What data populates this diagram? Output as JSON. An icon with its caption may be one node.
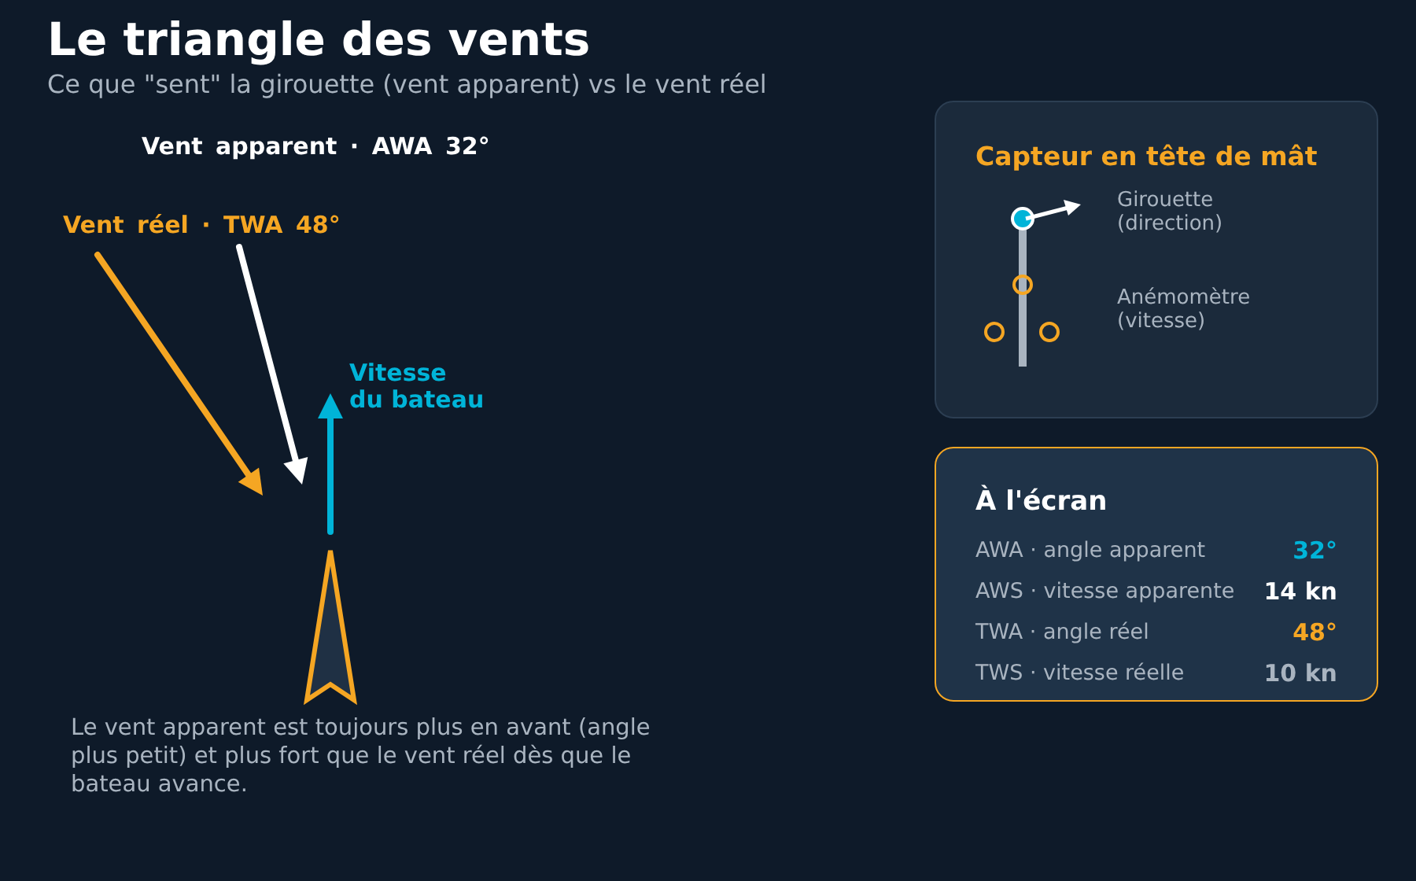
{
  "diagram": {
    "title": "Le triangle des vents",
    "nodes": [
      {
        "text": [
          "Capteur en tête de mât",
          "Girouette (direction)",
          "Anémomètre (vitesse)"
        ]
      },
      {
        "text": [
          "À l'écran",
          "AWA · angle apparent",
          "32°",
          "AWS · vitesse apparente",
          "14 kn",
          "TWA · angle réel",
          "48°",
          "TWS · vitesse réelle",
          "10 kn"
        ]
      }
    ],
    "labels": [
      "Ce que \"sent\" la girouette (vent apparent) vs le vent réel",
      "Vent apparent · AWA 32°",
      "Vent réel · TWA 48°",
      "Vitesse du bateau",
      "Le vent apparent est toujours plus en avant (angle plus petit) et plus fort que le vent réel dès que le bateau avance."
    ]
  }
}
